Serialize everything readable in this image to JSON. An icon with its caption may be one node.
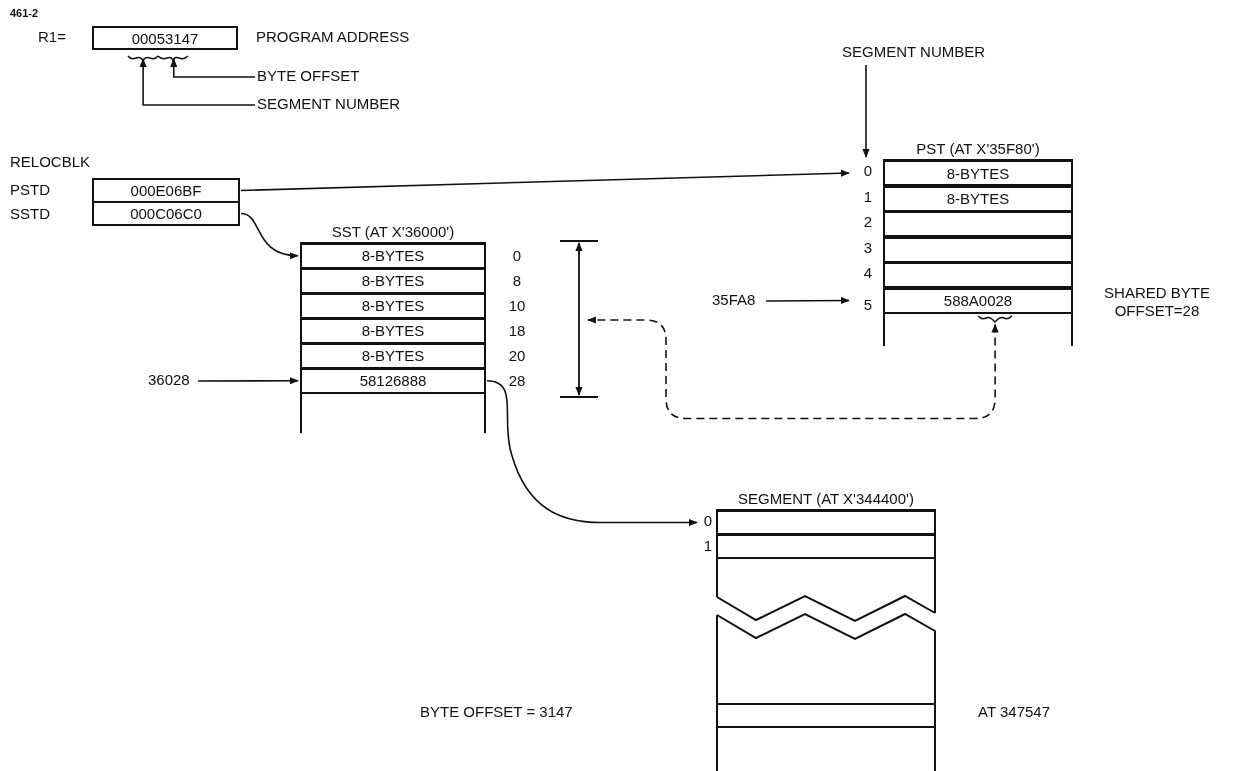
{
  "diagram": {
    "nodes": [
      {
        "text": [
          "00053147"
        ],
        "beside": [
          "R1=",
          "PROGRAM ADDRESS"
        ]
      },
      {
        "text": [
          "BYTE OFFSET"
        ]
      },
      {
        "text": [
          "SEGMENT NUMBER"
        ]
      },
      {
        "text": [
          "SEGMENT NUMBER"
        ]
      },
      {
        "text": [
          "RELOCBLK"
        ]
      },
      {
        "text": [
          "000E06BF"
        ],
        "beside": [
          "PSTD"
        ],
        "in": 4
      },
      {
        "text": [
          "000C06C0"
        ],
        "beside": [
          "SSTD"
        ],
        "in": 4
      },
      {
        "text": [
          "SST (AT X'36000')"
        ]
      },
      {
        "text": [
          "8-BYTES"
        ],
        "beside": [
          "0"
        ],
        "in": 7
      },
      {
        "text": [
          "8-BYTES"
        ],
        "beside": [
          "8"
        ],
        "in": 7
      },
      {
        "text": [
          "8-BYTES"
        ],
        "beside": [
          "10"
        ],
        "in": 7
      },
      {
        "text": [
          "8-BYTES"
        ],
        "beside": [
          "18"
        ],
        "in": 7
      },
      {
        "text": [
          "8-BYTES"
        ],
        "beside": [
          "20"
        ],
        "in": 7
      },
      {
        "text": [
          "58126888"
        ],
        "beside": [
          "28"
        ],
        "in": 7
      },
      {
        "text": [
          "PST (AT X'35F80')"
        ]
      },
      {
        "text": [
          "8-BYTES"
        ],
        "beside": [
          "0"
        ],
        "in": 14
      },
      {
        "text": [
          "8-BYTES"
        ],
        "beside": [
          "1"
        ],
        "in": 14
      },
      {
        "text": [],
        "shape": "box",
        "beside": [
          "2"
        ],
        "in": 14
      },
      {
        "text": [],
        "shape": "box",
        "beside": [
          "3"
        ],
        "in": 14
      },
      {
        "text": [],
        "shape": "box",
        "beside": [
          "4"
        ],
        "in": 14
      },
      {
        "text": [
          "588A0028"
        ],
        "beside": [
          "5",
          "SHARED BYTE OFFSET=28"
        ],
        "in": 14
      },
      {
        "text": [
          "SEGMENT (AT X'344400')"
        ]
      },
      {
        "text": [],
        "shape": "box",
        "beside": [
          "0"
        ],
        "in": 21
      },
      {
        "text": [],
        "shape": "box",
        "beside": [
          "1"
        ],
        "in": 21
      },
      {
        "text": [],
        "shape": "box",
        "in": 21
      },
      {
        "text": [
          "36028"
        ]
      },
      {
        "text": [
          "35FA8"
        ]
      }
    ],
    "edges": [
      {
        "from": 1,
        "to": 0,
        "arrow": "to"
      },
      {
        "from": 2,
        "to": 0,
        "arrow": "to"
      },
      {
        "from": 3,
        "to": 15,
        "arrow": "to"
      },
      {
        "from": 5,
        "to": 15,
        "arrow": "to"
      },
      {
        "from": 6,
        "to": 8,
        "arrow": "to"
      },
      {
        "from": 25,
        "to": 13,
        "arrow": "to"
      },
      {
        "from": 26,
        "to": 20,
        "arrow": "to"
      },
      {
        "from": 13,
        "to": 22,
        "arrow": "to"
      },
      {
        "from": 20,
        "to": null,
        "arrow": "both",
        "style": "dashed"
      }
    ],
    "labels": [
      "461-2",
      "BYTE OFFSET = 3147",
      "AT 347547"
    ]
  }
}
